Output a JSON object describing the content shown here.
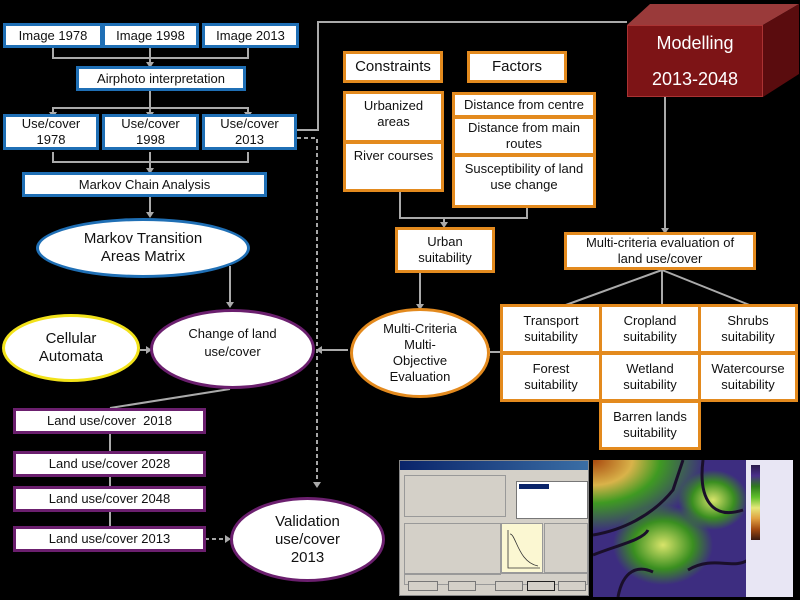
{
  "inputs": {
    "images": [
      "Image 1978",
      "Image 1998",
      "Image 2013"
    ],
    "interpretation": "Airphoto interpretation",
    "use_cover": [
      {
        "line1": "Use/cover",
        "line2": "1978"
      },
      {
        "line1": "Use/cover",
        "line2": "1998"
      },
      {
        "line1": "Use/cover",
        "line2": "2013"
      }
    ],
    "markov_chain": "Markov Chain Analysis",
    "markov_matrix": {
      "line1": "Markov Transition",
      "line2": "Areas Matrix"
    }
  },
  "modelling": {
    "line1": "Modelling",
    "line2": "2013-2048"
  },
  "constraints": {
    "header": "Constraints",
    "items": [
      {
        "line1": "Urbanized",
        "line2": "areas"
      },
      {
        "line1": "River courses",
        "line2": ""
      }
    ]
  },
  "factors": {
    "header": "Factors",
    "items": [
      {
        "line1": "Distance from centre",
        "line2": ""
      },
      {
        "line1": "Distance from main",
        "line2": "routes"
      },
      {
        "line1": "Susceptibility of land",
        "line2": "use change"
      }
    ]
  },
  "urban_suitability": {
    "line1": "Urban",
    "line2": "suitability"
  },
  "mce": {
    "line1": "Multi-criteria evaluation of",
    "line2": "land use/cover"
  },
  "suitability": [
    {
      "line1": "Transport",
      "line2": "suitability"
    },
    {
      "line1": "Cropland",
      "line2": "suitability"
    },
    {
      "line1": "Shrubs",
      "line2": "suitability"
    },
    {
      "line1": "Forest",
      "line2": "suitability"
    },
    {
      "line1": "Wetland",
      "line2": "suitability"
    },
    {
      "line1": "Watercourse",
      "line2": "suitability"
    },
    {
      "line1": "Barren lands",
      "line2": "suitability"
    }
  ],
  "mcmo": {
    "line1": "Multi-Criteria",
    "line2": "Multi-",
    "line3": "Objective",
    "line4": "Evaluation"
  },
  "cellular": {
    "line1": "Cellular",
    "line2": "Automata"
  },
  "change": {
    "line1": "Change of land",
    "line2": "use/cover"
  },
  "outputs": [
    "Land use/cover  2018",
    "Land use/cover 2028",
    "Land use/cover 2048",
    "Land use/cover 2013"
  ],
  "validation": {
    "line1": "Validation",
    "line2": "use/cover",
    "line3": "2013"
  },
  "colors": {
    "blue": "#1f6fb5",
    "orange": "#e38a1e",
    "purple": "#6b1f6e",
    "yellow": "#f2e21a",
    "maroon": "#7d1416"
  }
}
